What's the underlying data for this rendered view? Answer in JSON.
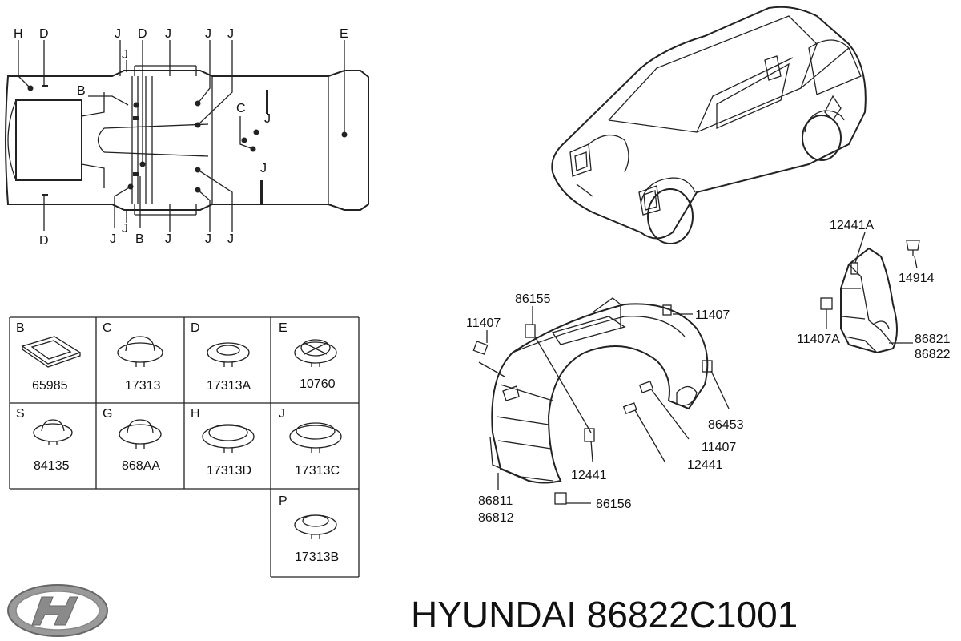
{
  "underbody": {
    "top_labels": [
      "H",
      "D",
      "J",
      "D",
      "J",
      "J",
      "J",
      "E"
    ],
    "inner_labels": [
      "J",
      "B",
      "C",
      "J",
      "J"
    ],
    "bottom_labels": [
      "D",
      "J",
      "J",
      "B",
      "J",
      "J",
      "J"
    ]
  },
  "fastener_table": [
    {
      "letter": "B",
      "part": "65985"
    },
    {
      "letter": "C",
      "part": "17313"
    },
    {
      "letter": "D",
      "part": "17313A"
    },
    {
      "letter": "E",
      "part": "10760"
    },
    {
      "letter": "S",
      "part": "84135"
    },
    {
      "letter": "G",
      "part": "868AA"
    },
    {
      "letter": "H",
      "part": "17313D"
    },
    {
      "letter": "J",
      "part": "17313C"
    },
    {
      "letter": "P",
      "part": "17313B"
    }
  ],
  "front_guard_labels": {
    "l86155": "86155",
    "l11407a": "11407",
    "l11407b": "11407",
    "l86453": "86453",
    "l11407c": "11407",
    "l12441a": "12441",
    "l12441b": "12441",
    "l86811": "86811",
    "l86812": "86812",
    "l86156": "86156"
  },
  "rear_guard_labels": {
    "l12441A": "12441A",
    "l14914": "14914",
    "l11407A": "11407A",
    "l86821": "86821",
    "l86822": "86822"
  },
  "footer": {
    "brand_logo": "hyundai-logo",
    "caption": "HYUNDAI 86822C1001"
  }
}
